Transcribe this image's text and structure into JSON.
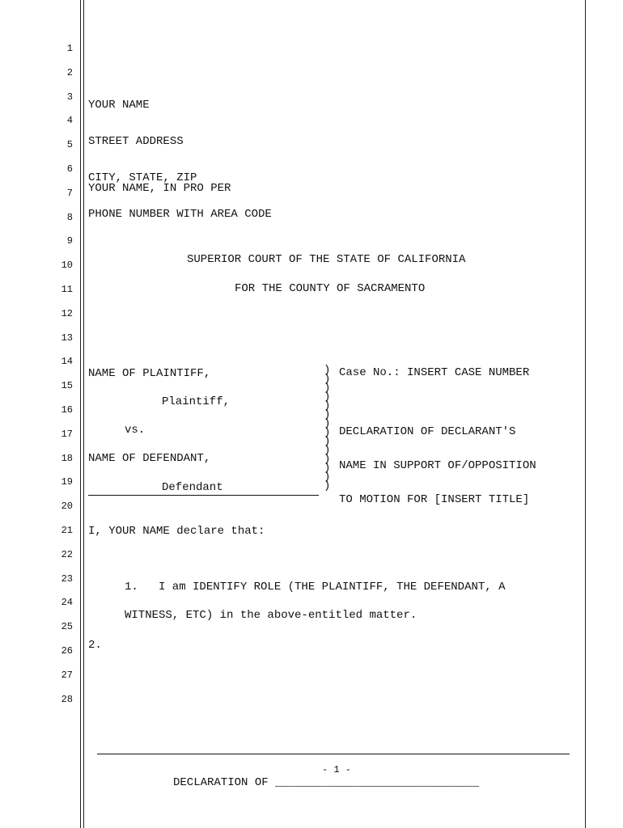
{
  "line_numbers": [
    "1",
    "2",
    "3",
    "4",
    "5",
    "6",
    "7",
    "8",
    "9",
    "10",
    "11",
    "12",
    "13",
    "14",
    "15",
    "16",
    "17",
    "18",
    "19",
    "20",
    "21",
    "22",
    "23",
    "24",
    "25",
    "26",
    "27",
    "28"
  ],
  "header": {
    "name": "YOUR NAME",
    "street": "STREET ADDRESS",
    "city": "CITY, STATE, ZIP",
    "phone": "PHONE NUMBER WITH AREA CODE",
    "pro_per": "YOUR NAME, IN PRO PER"
  },
  "court": {
    "line1": "SUPERIOR COURT OF THE STATE OF CALIFORNIA",
    "line2": "FOR THE COUNTY OF SACRAMENTO"
  },
  "caption": {
    "plaintiff_name": "NAME OF PLAINTIFF,",
    "plaintiff_role": "Plaintiff,",
    "vs": "vs.",
    "defendant_name": "NAME OF DEFENDANT,",
    "defendant_role": "Defendant",
    "case_no": "Case No.: INSERT CASE NUMBER",
    "title_line1": "DECLARATION OF DECLARANT'S",
    "title_line2": "NAME IN SUPPORT OF/OPPOSITION",
    "title_line3": "TO MOTION FOR [INSERT TITLE]",
    "paren_char": ")"
  },
  "body": {
    "declare": "I, YOUR NAME declare that:",
    "item1_line1": "1.   I am IDENTIFY ROLE (THE PLAINTIFF, THE DEFENDANT, A",
    "item1_line2": "WITNESS, ETC) in the above-entitled matter.",
    "item2": "2."
  },
  "footer": {
    "page": "- 1 -",
    "title": "DECLARATION OF ______________________________"
  }
}
